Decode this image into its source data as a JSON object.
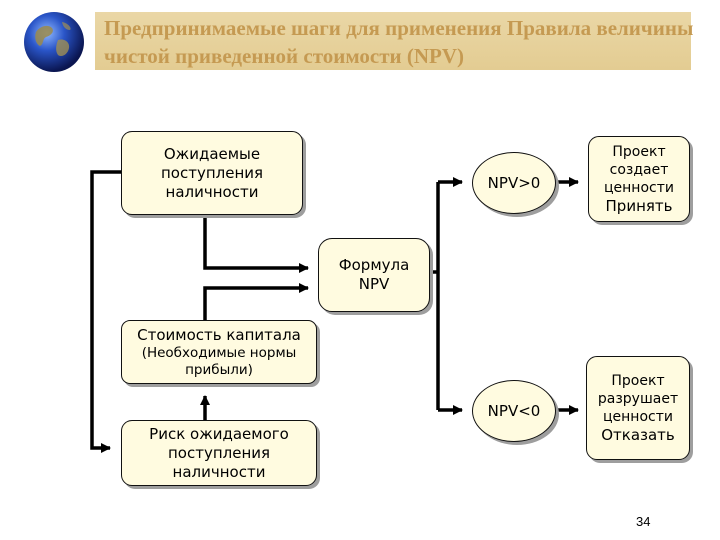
{
  "header": {
    "title": "Предпринимаемые шаги для применения Правила величины чистой приведенной стоимости (NPV)"
  },
  "diagram": {
    "cash_flows_box": {
      "lines": [
        "Ожидаемые",
        "поступления",
        "наличности"
      ]
    },
    "npv_formula_box": {
      "lines": [
        "Формула",
        "NPV"
      ]
    },
    "cost_of_capital_box": {
      "title": "Стоимость капитала",
      "sub_lines": [
        "(Необходимые нормы",
        "прибыли)"
      ]
    },
    "risk_box": {
      "lines": [
        "Риск ожидаемого",
        "поступления",
        "наличности"
      ]
    },
    "npv_positive": {
      "label": "NPV>0"
    },
    "npv_negative": {
      "label": "NPV<0"
    },
    "accept_box": {
      "lines": [
        "Проект",
        "создает",
        "ценности"
      ],
      "decision": "Принять"
    },
    "reject_box": {
      "lines": [
        "Проект",
        "разрушает",
        "ценности"
      ],
      "decision": "Отказать"
    }
  },
  "footer": {
    "page_number": "34"
  },
  "colors": {
    "title": "#c59a52",
    "title_band": "#e6d19c",
    "box_fill": "#fffbe0",
    "line": "#000000"
  }
}
